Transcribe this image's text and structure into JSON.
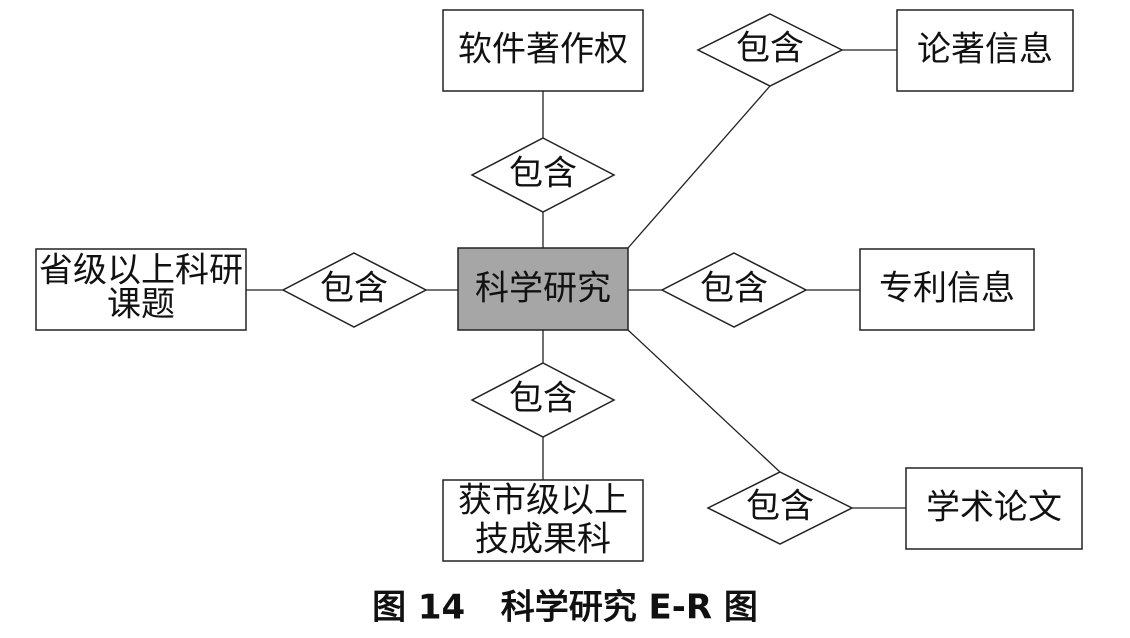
{
  "center": {
    "label": "科学研究",
    "fill": "#a6a6a6"
  },
  "relation_label": "包含",
  "entities": {
    "software": {
      "label": "软件著作权"
    },
    "works": {
      "label": "论著信息"
    },
    "projects": {
      "lines": [
        "省级以上科研",
        "课题"
      ]
    },
    "patents": {
      "label": "专利信息"
    },
    "awards": {
      "lines": [
        "获市级以上",
        "技成果科"
      ]
    },
    "papers": {
      "label": "学术论文"
    }
  },
  "caption": "图 14   科学研究 E-R 图"
}
